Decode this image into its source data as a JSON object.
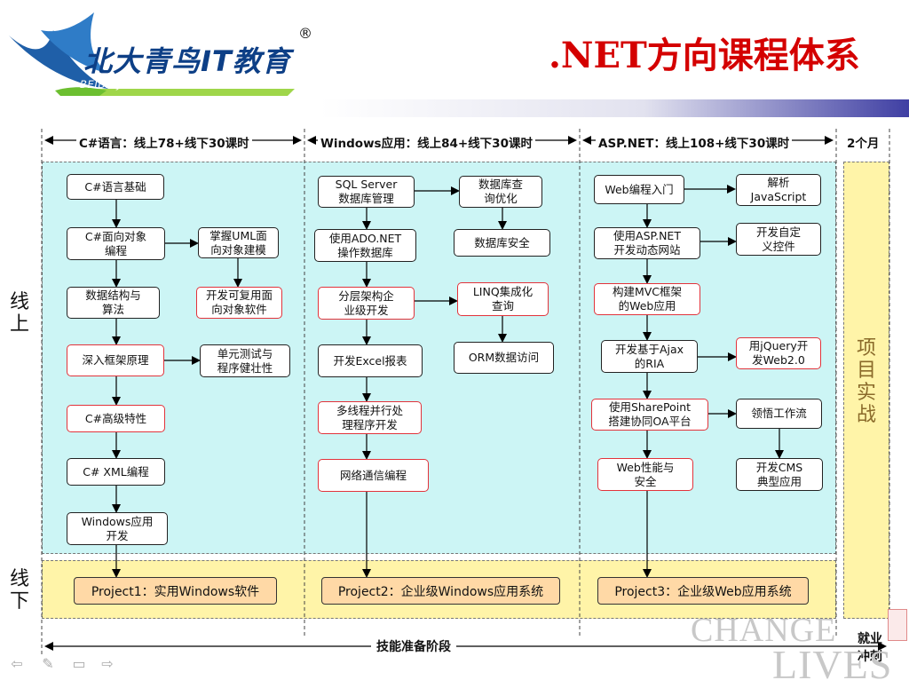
{
  "logo": {
    "brand": "北大青鸟IT教育",
    "registered": "®",
    "subtitle": "BEIDA JADE BIRD IT EDUCATION"
  },
  "title": ".NET方向课程体系",
  "headers": {
    "csharp": "C#语言：线上78+线下30课时",
    "windows": "Windows应用：线上84+线下30课时",
    "aspnet": "ASP.NET：线上108+线下30课时",
    "months": "2个月"
  },
  "side_labels": {
    "online": "线上",
    "offline": "线下",
    "project_practice": "项目实战",
    "employment": "就业冲刺"
  },
  "bottom_label": "技能准备阶段",
  "columns": {
    "csharp": [
      "C#语言基础",
      "C#面向对象\n编程",
      "数据结构与\n算法",
      "深入框架原理",
      "C#高级特性",
      "C# XML编程",
      "Windows应用\n开发"
    ],
    "csharp_side": [
      "掌握UML面\n向对象建模",
      "开发可复用面\n向对象软件",
      "单元测试与\n程序健壮性"
    ],
    "windows": [
      "SQL Server\n数据库管理",
      "使用ADO.NET\n操作数据库",
      "分层架构企\n业级开发",
      "开发Excel报表",
      "多线程并行处\n理程序开发",
      "网络通信编程"
    ],
    "windows_side": [
      "数据库查\n询优化",
      "数据库安全",
      "LINQ集成化\n查询",
      "ORM数据访问"
    ],
    "aspnet": [
      "Web编程入门",
      "使用ASP.NET\n开发动态网站",
      "构建MVC框架\n的Web应用",
      "开发基于Ajax\n的RIA",
      "使用SharePoint\n搭建协同OA平台",
      "Web性能与\n安全"
    ],
    "aspnet_side": [
      "解析\nJavaScript",
      "开发自定\n义控件",
      "用jQuery开\n发Web2.0",
      "领悟工作流",
      "开发CMS\n典型应用"
    ]
  },
  "projects": [
    "Project1：实用Windows软件",
    "Project2：企业级Windows应用系统",
    "Project3：企业级Web应用系统"
  ],
  "watermark": [
    "CHANGE",
    "LIVES"
  ],
  "nav_icons": [
    "back-arrow-icon",
    "pen-icon",
    "menu-icon",
    "forward-arrow-icon"
  ],
  "colors": {
    "online_bg": "#ccf5f5",
    "offline_bg": "#fff4a8",
    "project_bg": "#ffd9a6",
    "red_border": "#e2333b",
    "logo_blue": "#1f5fa8",
    "title_red": "#d40000"
  }
}
